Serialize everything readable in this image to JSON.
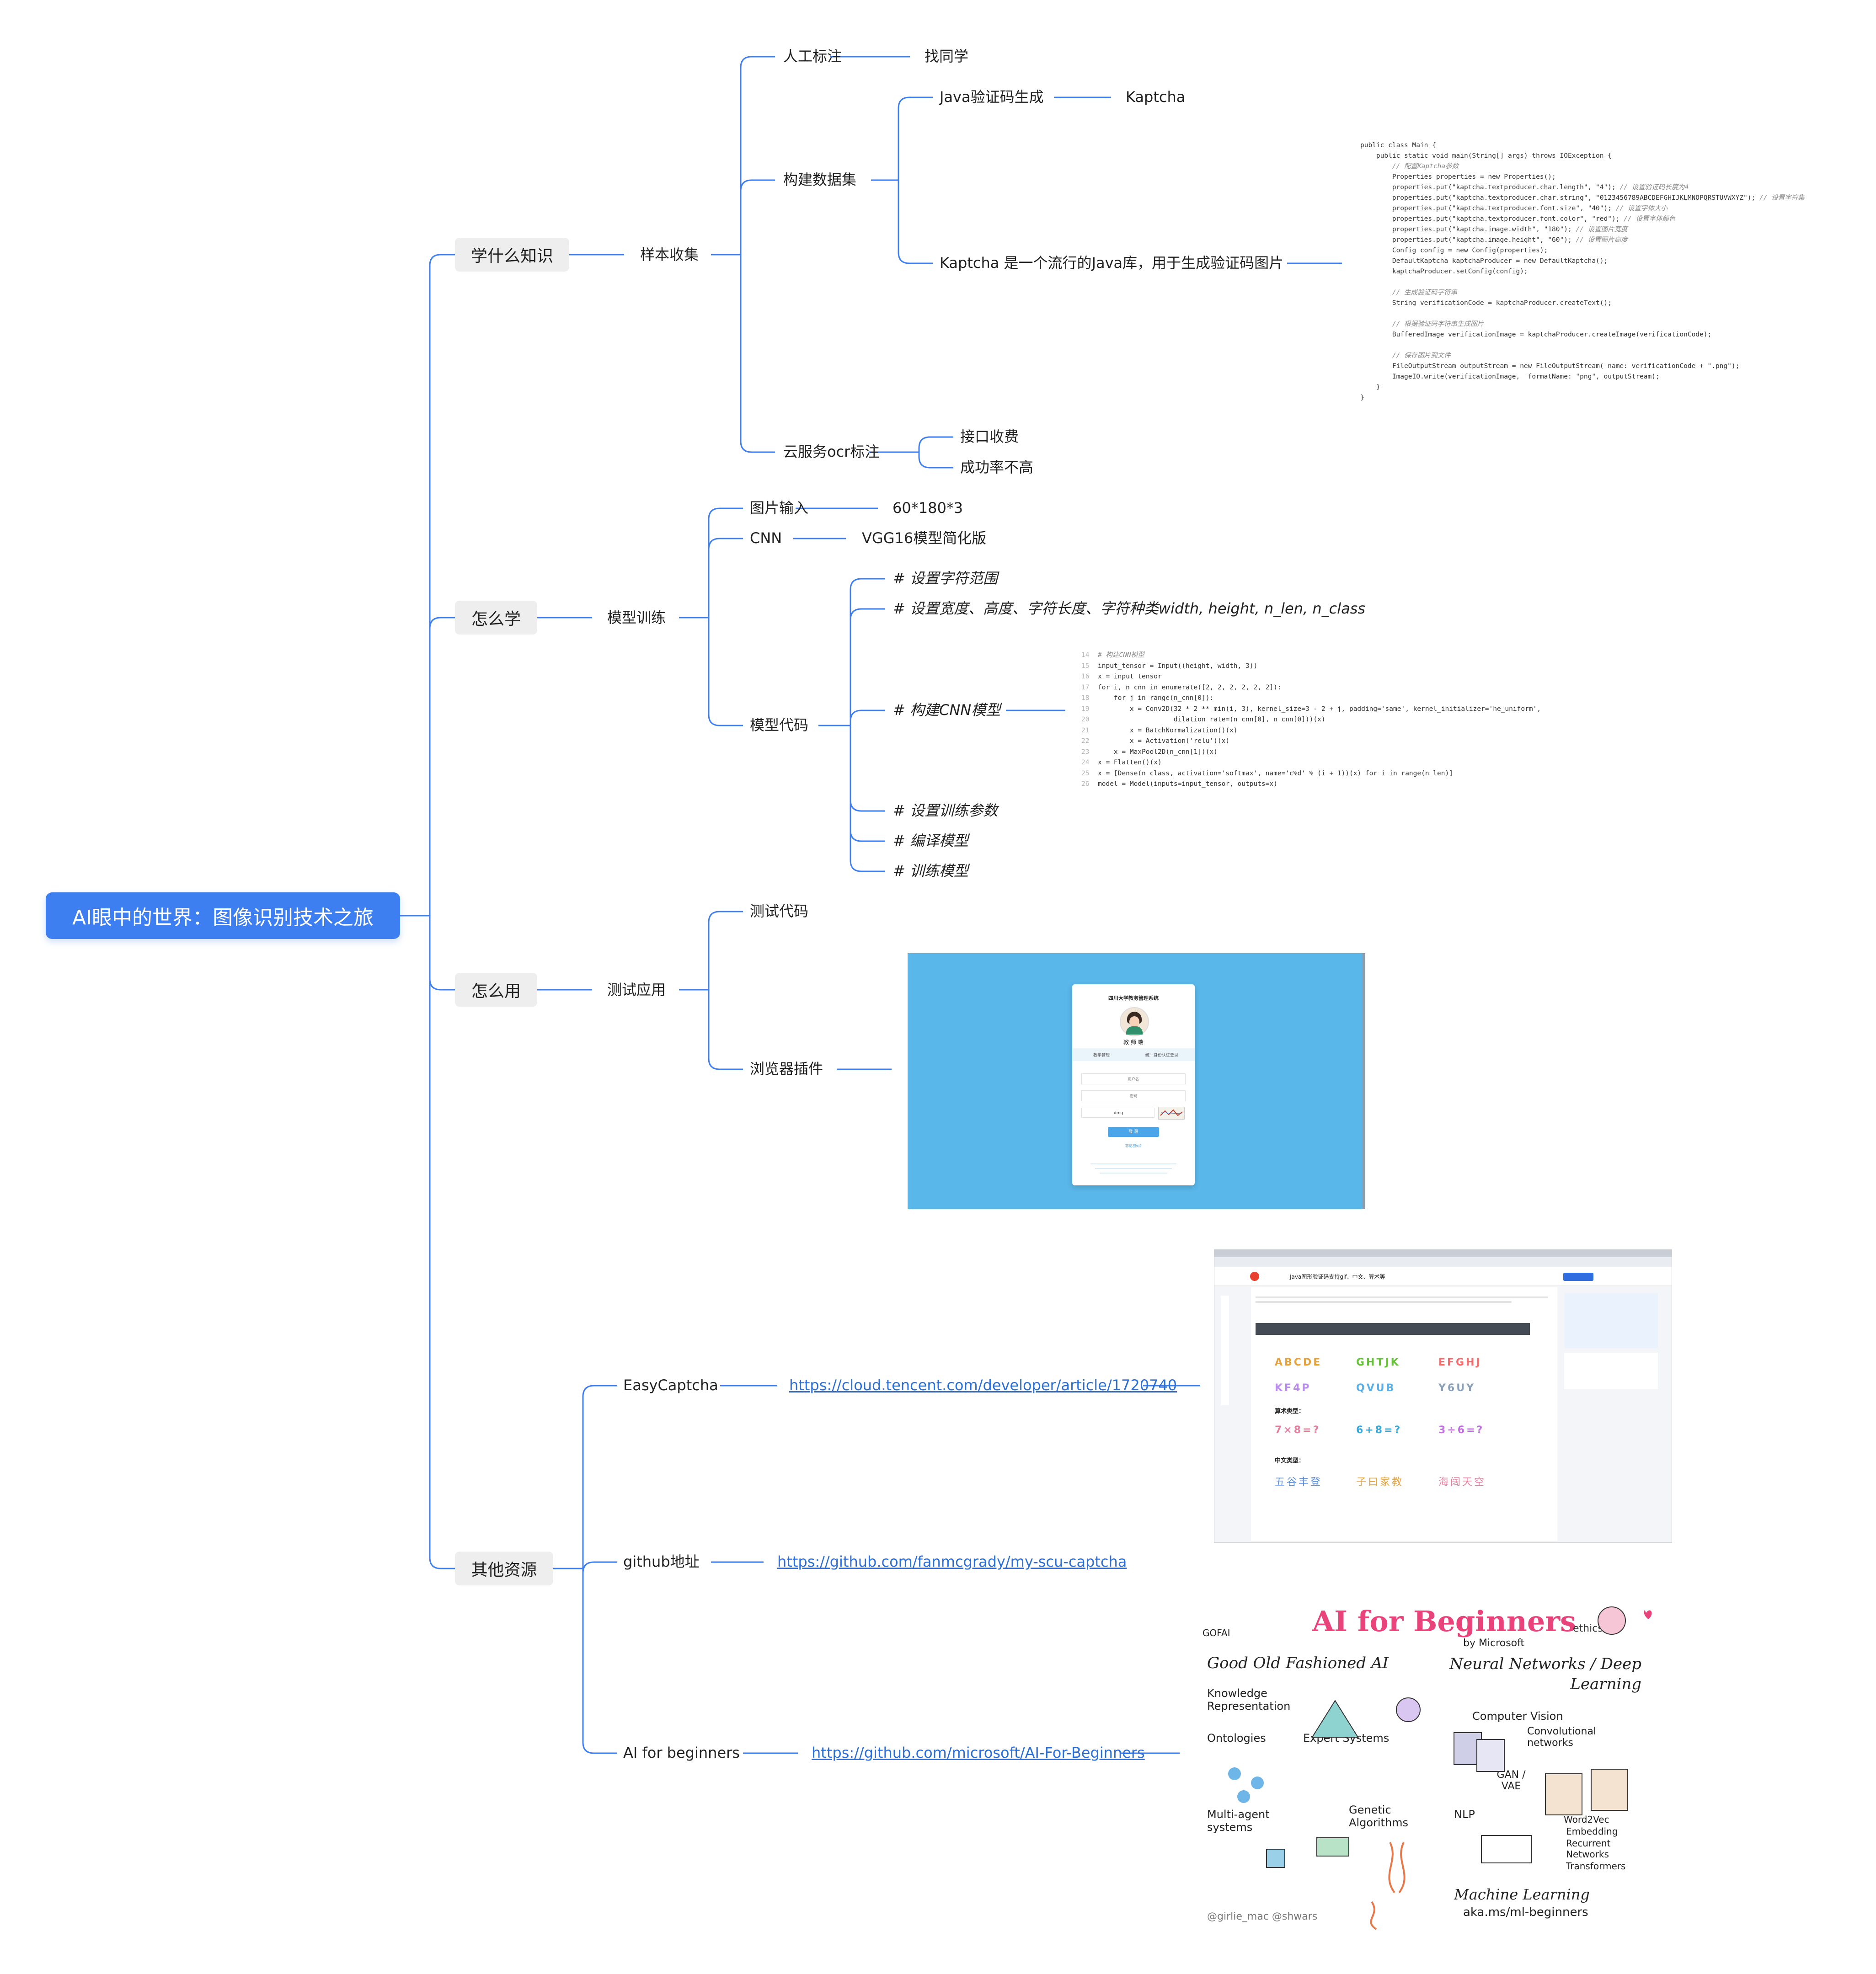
{
  "root": "AI眼中的世界：图像识别技术之旅",
  "branches": {
    "learn": {
      "label": "学什么知识",
      "sample": "样本收集",
      "manual": "人工标注",
      "manual_child": "找同学",
      "dataset": "构建数据集",
      "java_gen": "Java验证码生成",
      "kaptcha": "Kaptcha",
      "kaptcha_desc": "Kaptcha 是一个流行的Java库，用于生成验证码图片",
      "cloud": "云服务ocr标注",
      "cloud_children": [
        "接口收费",
        "成功率不高"
      ]
    },
    "how": {
      "label": "怎么学",
      "training": "模型训练",
      "img_input": "图片输入",
      "img_input_child": "60*180*3",
      "cnn": "CNN",
      "cnn_child": "VGG16模型简化版",
      "model_code": "模型代码",
      "code_items": [
        "# 设置字符范围",
        "# 设置宽度、高度、字符长度、字符种类width, height, n_len, n_class",
        "# 构建CNN模型",
        "# 设置训练参数",
        "# 编译模型",
        "# 训练模型"
      ]
    },
    "use": {
      "label": "怎么用",
      "test_app": "测试应用",
      "test_code": "测试代码",
      "plugin": "浏览器插件"
    },
    "resources": {
      "label": "其他资源",
      "items": [
        {
          "name": "EasyCaptcha",
          "url": "https://cloud.tencent.com/developer/article/1720740"
        },
        {
          "name": "github地址",
          "url": "https://github.com/fanmcgrady/my-scu-captcha"
        },
        {
          "name": "AI for beginners",
          "url": "https://github.com/microsoft/AI-For-Beginners"
        }
      ]
    }
  },
  "java_code": [
    "public class Main {",
    "    public static void main(String[] args) throws IOException {",
    "        // 配置Kaptcha参数",
    "        Properties properties = new Properties();",
    "        properties.put(\"kaptcha.textproducer.char.length\", \"4\"); // 设置验证码长度为4",
    "        properties.put(\"kaptcha.textproducer.char.string\", \"0123456789ABCDEFGHIJKLMNOPQRSTUVWXYZ\"); // 设置字符集",
    "        properties.put(\"kaptcha.textproducer.font.size\", \"40\"); // 设置字体大小",
    "        properties.put(\"kaptcha.textproducer.font.color\", \"red\"); // 设置字体颜色",
    "        properties.put(\"kaptcha.image.width\", \"180\"); // 设置图片宽度",
    "        properties.put(\"kaptcha.image.height\", \"60\"); // 设置图片高度",
    "        Config config = new Config(properties);",
    "        DefaultKaptcha kaptchaProducer = new DefaultKaptcha();",
    "        kaptchaProducer.setConfig(config);",
    "",
    "        // 生成验证码字符串",
    "        String verificationCode = kaptchaProducer.createText();",
    "",
    "        // 根据验证码字符串生成图片",
    "        BufferedImage verificationImage = kaptchaProducer.createImage(verificationCode);",
    "",
    "        // 保存图片到文件",
    "        FileOutputStream outputStream = new FileOutputStream( name: verificationCode + \".png\");",
    "        ImageIO.write(verificationImage,  formatName: \"png\", outputStream);",
    "    }",
    "}"
  ],
  "python_code": [
    {
      "n": "14",
      "t": "# 构建CNN模型"
    },
    {
      "n": "15",
      "t": "input_tensor = Input((height, width, 3))"
    },
    {
      "n": "16",
      "t": "x = input_tensor"
    },
    {
      "n": "17",
      "t": "for i, n_cnn in enumerate([2, 2, 2, 2, 2, 2]):"
    },
    {
      "n": "18",
      "t": "    for j in range(n_cnn[0]):"
    },
    {
      "n": "19",
      "t": "        x = Conv2D(32 * 2 ** min(i, 3), kernel_size=3 - 2 + j, padding='same', kernel_initializer='he_uniform',"
    },
    {
      "n": "20",
      "t": "                   dilation_rate=(n_cnn[0], n_cnn[0]))(x)"
    },
    {
      "n": "21",
      "t": "        x = BatchNormalization()(x)"
    },
    {
      "n": "22",
      "t": "        x = Activation('relu')(x)"
    },
    {
      "n": "23",
      "t": "    x = MaxPool2D(n_cnn[1])(x)"
    },
    {
      "n": "24",
      "t": "x = Flatten()(x)"
    },
    {
      "n": "25",
      "t": "x = [Dense(n_class, activation='softmax', name='c%d' % (i + 1))(x) for i in range(n_len)]"
    },
    {
      "n": "26",
      "t": "model = Model(inputs=input_tensor, outputs=x)"
    }
  ],
  "login_card": {
    "title": "四川大学教务管理系统",
    "role": "教 师 端",
    "tab_left": "教学管理",
    "tab_right": "统一身份认证登录",
    "username_ph": "用户名",
    "password_ph": "密码",
    "captcha_value": "dmq",
    "login_btn": "登 录",
    "forgot": "忘记密码?"
  },
  "article_mock": {
    "title": "Java图形验证码支持gif、中文、算术等",
    "math_label": "算术类型：",
    "chinese_label": "中文类型：",
    "math_sample": "6+8=?"
  },
  "ai_poster": {
    "title": "AI for Beginners",
    "by": "by Microsoft",
    "topics": [
      "GOFAI",
      "Good Old Fashioned AI",
      "Neural Networks / Deep Learning",
      "Knowledge Representation",
      "Computer Vision",
      "Convolutional networks",
      "Ontologies",
      "Expert Systems",
      "GAN / VAE",
      "Multi-agent systems",
      "Genetic Algorithms",
      "NLP",
      "Word2Vec",
      "Embedding",
      "Recurrent Networks",
      "Transformers",
      "Machine Learning",
      "ethics"
    ],
    "footer": "aka.ms/ml-beginners",
    "credits": "@girlie_mac  @shwars"
  },
  "colors": {
    "edge": "#3d7ef0",
    "root": "#3d7ef0",
    "plugin_bg": "#5ab7ea",
    "link": "#2b6fd6"
  }
}
